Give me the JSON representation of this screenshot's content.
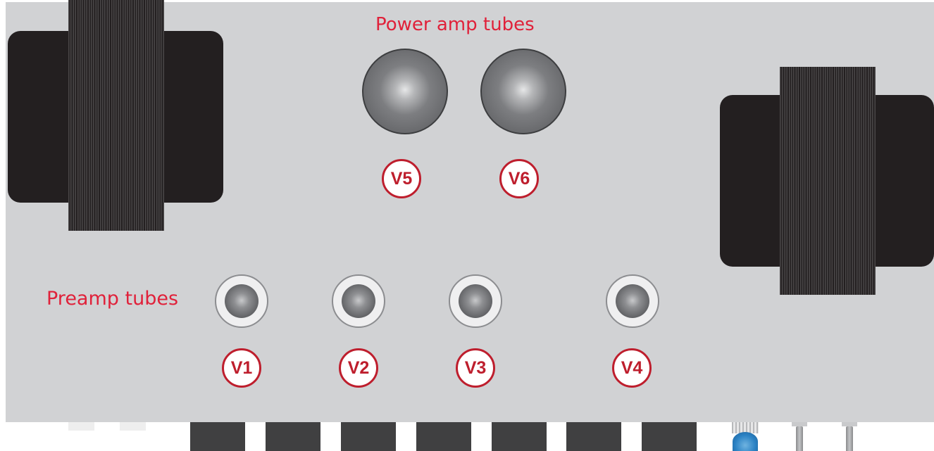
{
  "labels": {
    "power_amp_tubes": "Power amp tubes",
    "preamp_tubes": "Preamp tubes"
  },
  "tubes": {
    "power": [
      "V5",
      "V6"
    ],
    "preamp": [
      "V1",
      "V2",
      "V3",
      "V4"
    ]
  },
  "colors": {
    "chassis": "#d1d2d4",
    "label_red": "#e0213a",
    "badge_red": "#be1e2d",
    "transformer": "#231f20",
    "knob": "#404041"
  }
}
